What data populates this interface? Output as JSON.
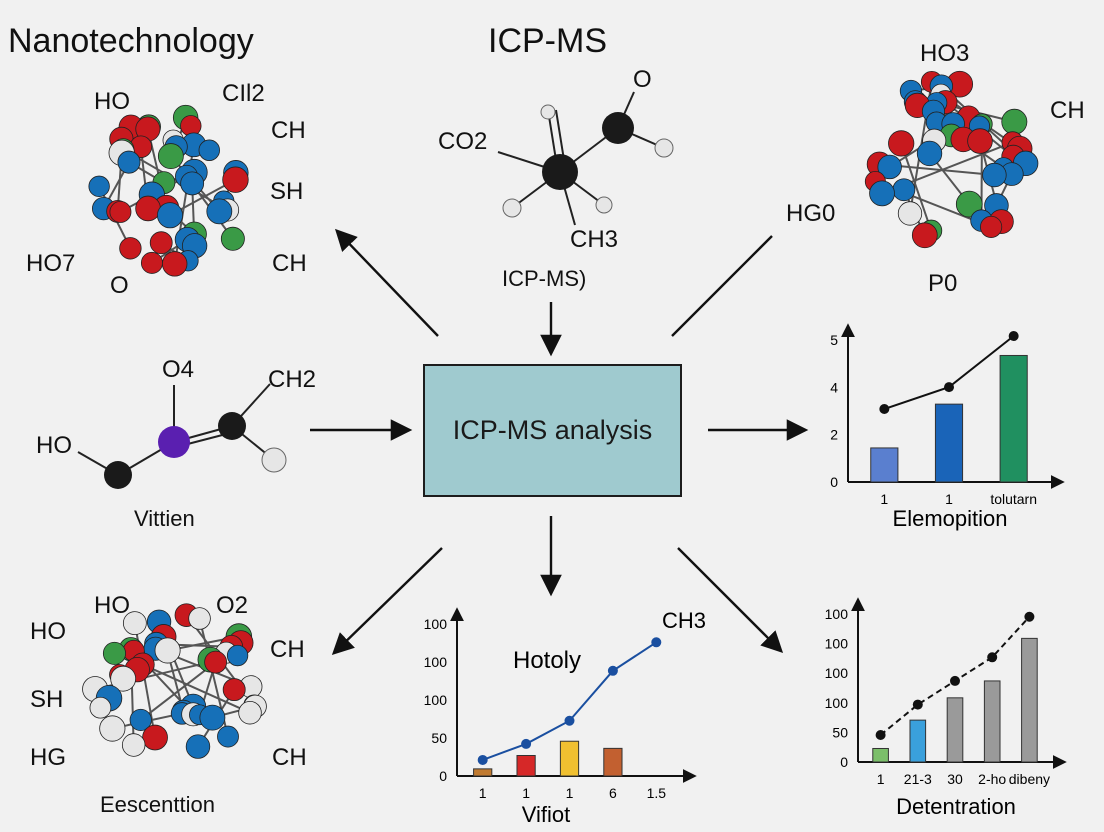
{
  "titles": {
    "left": "Nanotechnology",
    "center": "ICP-MS"
  },
  "center_box": {
    "label": "ICP-MS analysis"
  },
  "molecules": {
    "top_left": {
      "labels": [
        "HO",
        "CIl2",
        "CH",
        "SH",
        "HO7",
        "O",
        "CH"
      ]
    },
    "top_center": {
      "labels": [
        "O",
        "CO2",
        "CH3"
      ],
      "caption": "ICP-MS)"
    },
    "top_right": {
      "labels": [
        "HO3",
        "CH",
        "HG0",
        "P0"
      ]
    },
    "mid_left": {
      "labels": [
        "O4",
        "CH2",
        "HO"
      ],
      "caption": "Vittien"
    },
    "bottom_left": {
      "labels": [
        "HO",
        "O2",
        "HO",
        "CH",
        "SH",
        "HG",
        "CH"
      ],
      "caption": "Eescenttion"
    }
  },
  "colors": {
    "red": "#c8191e",
    "blue": "#1670b8",
    "green": "#3a9a46",
    "white": "#e6e6e6",
    "black": "#1a1a1a",
    "purple": "#5a1fb0",
    "box": "#9fcacf"
  },
  "chart_data": [
    {
      "type": "bar",
      "title": "Elemopition",
      "categories": [
        "1",
        "1",
        "tolutarn"
      ],
      "values": [
        1.4,
        3.2,
        5.2
      ],
      "line": [
        3,
        3.9,
        6
      ],
      "yticks": [
        "0",
        "2",
        "4",
        "5"
      ],
      "ylim": [
        0,
        6
      ],
      "bar_colors": [
        "#5a7fcf",
        "#1a64b8",
        "#209060"
      ]
    },
    {
      "type": "bar",
      "title": "Hotoly",
      "xlabel": "Vifiot",
      "categories": [
        "1",
        "1",
        "1",
        "6",
        "1.5"
      ],
      "values": [
        8,
        23,
        39,
        31
      ],
      "line": [
        18,
        36,
        62,
        118,
        150
      ],
      "line_label": "CH3",
      "yticks": [
        "0",
        "50",
        "100",
        "100",
        "100"
      ],
      "ylim": [
        0,
        175
      ],
      "bar_colors": [
        "#c07a30",
        "#d62828",
        "#f0c030",
        "#c26030"
      ]
    },
    {
      "type": "bar",
      "title": "Detentration",
      "categories": [
        "1",
        "21-3",
        "30",
        "2-ho",
        "dibeny"
      ],
      "values": [
        20,
        62,
        95,
        120,
        183
      ],
      "line": [
        40,
        85,
        120,
        155,
        215
      ],
      "yticks": [
        "0",
        "50",
        "100",
        "100",
        "100",
        "100"
      ],
      "ylim": [
        0,
        225
      ],
      "bar_colors": [
        "#7bbf6a",
        "#3aa0dc",
        "#9a9a9a",
        "#9a9a9a",
        "#9a9a9a"
      ]
    }
  ]
}
